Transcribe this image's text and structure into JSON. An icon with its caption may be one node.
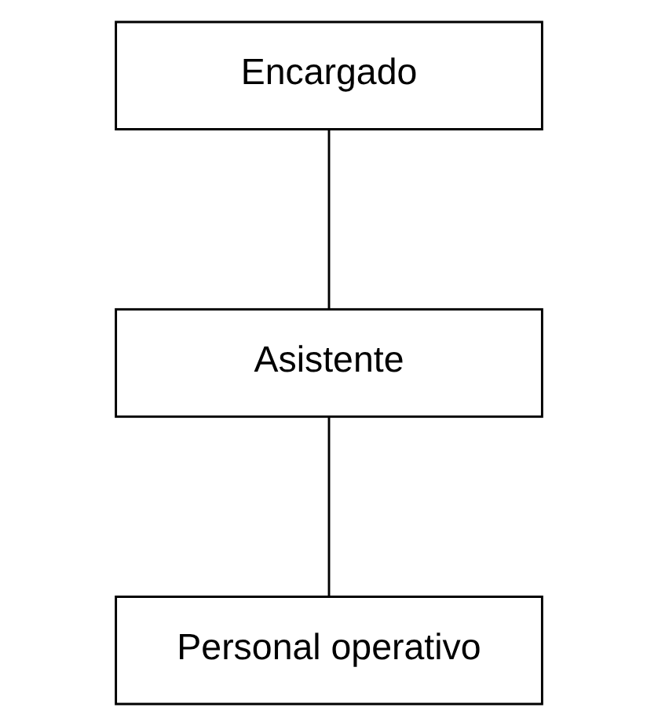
{
  "diagram": {
    "nodes": [
      {
        "text": [
          "Encargado"
        ]
      },
      {
        "text": [
          "Asistente"
        ]
      },
      {
        "text": [
          "Personal operativo"
        ]
      }
    ],
    "edges": [
      {
        "from": 0,
        "to": 1,
        "arrow": "none"
      },
      {
        "from": 1,
        "to": 2,
        "arrow": "none"
      }
    ]
  }
}
